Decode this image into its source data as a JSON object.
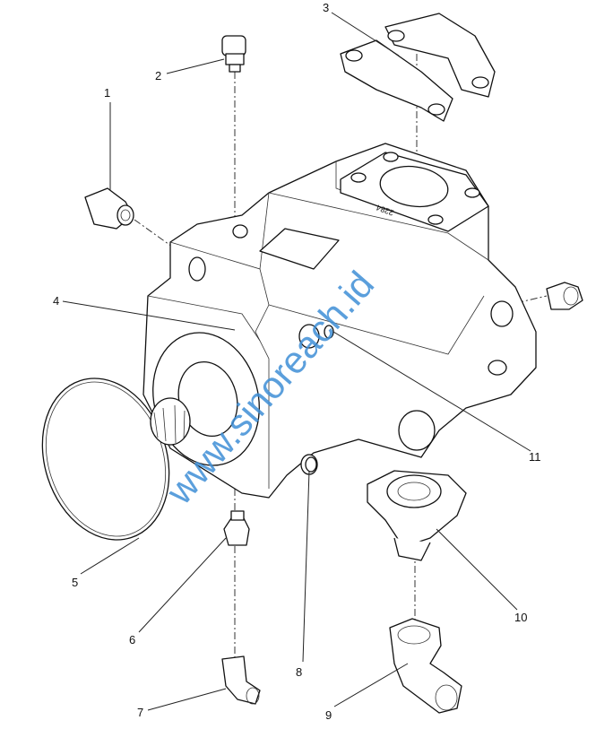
{
  "diagram": {
    "type": "exploded parts diagram - hydraulic pump",
    "part_labels": [
      "1",
      "2",
      "3",
      "4",
      "5",
      "6",
      "7",
      "8",
      "9",
      "10",
      "11"
    ],
    "body_stamp": "2284",
    "watermark": "www.sinoreach.id",
    "colors": {
      "line": "#111111",
      "watermark": "#3f8fd6"
    }
  }
}
